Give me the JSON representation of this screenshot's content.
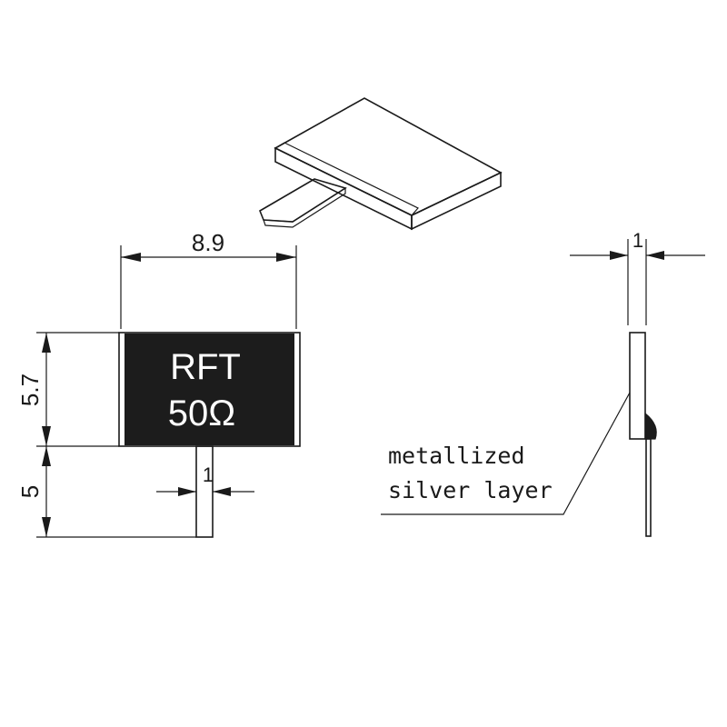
{
  "marking": {
    "line1": "RFT",
    "line2": "50Ω"
  },
  "dimensions": {
    "width": "8.9",
    "body_height": "5.7",
    "lead_length": "5",
    "lead_width": "1",
    "thickness": "1"
  },
  "annotation": {
    "line1": "metallized",
    "line2": "silver layer"
  },
  "colors": {
    "body": "#1c1c1c",
    "outline": "#1a1a1a",
    "background": "#ffffff"
  }
}
